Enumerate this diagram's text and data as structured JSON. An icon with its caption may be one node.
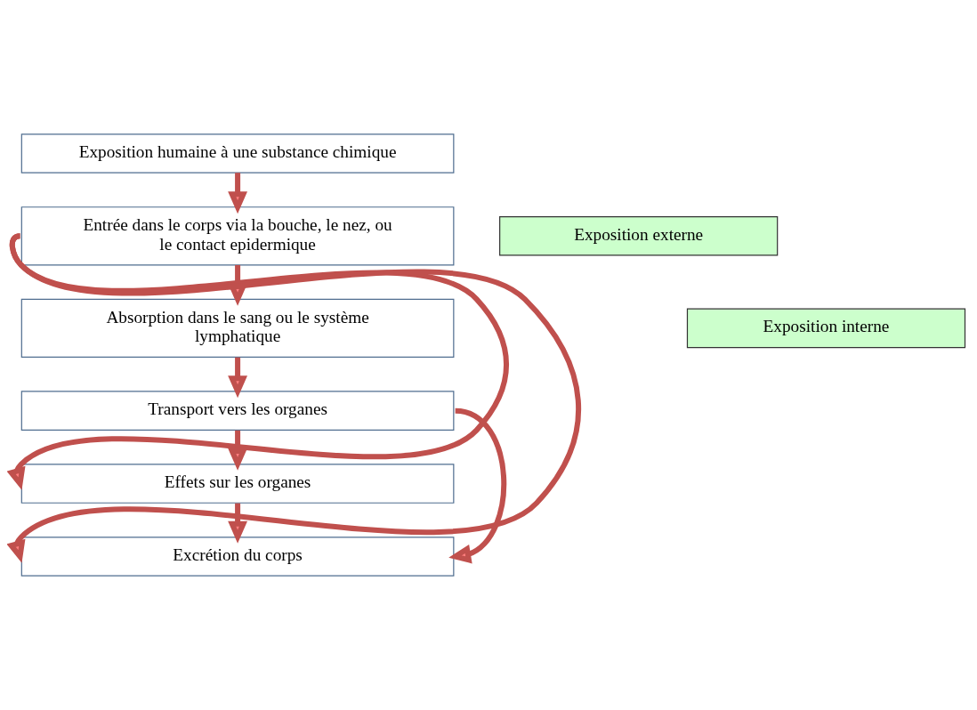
{
  "diagram": {
    "nodes": [
      {
        "text": [
          "Exposition humaine à une substance chimique"
        ]
      },
      {
        "text": [
          "Entrée dans le corps via la bouche, le nez, ou le contact epidermique"
        ]
      },
      {
        "text": [
          "Absorption dans le sang ou le système lymphatique"
        ]
      },
      {
        "text": [
          "Transport vers les organes"
        ]
      },
      {
        "text": [
          "Effets sur les organes"
        ]
      },
      {
        "text": [
          "Excrétion du corps"
        ]
      },
      {
        "text": [
          "Exposition externe"
        ]
      },
      {
        "text": [
          "Exposition interne"
        ]
      }
    ],
    "edges": [
      {
        "from": 0,
        "to": 1,
        "arrow": "to"
      },
      {
        "from": 1,
        "to": 2,
        "arrow": "to"
      },
      {
        "from": 2,
        "to": 3,
        "arrow": "to"
      },
      {
        "from": 3,
        "to": 4,
        "arrow": "to"
      },
      {
        "from": 4,
        "to": 5,
        "arrow": "to"
      },
      {
        "from": 1,
        "to": 4,
        "arrow": "to"
      },
      {
        "from": 1,
        "to": 5,
        "arrow": "to"
      },
      {
        "from": 3,
        "to": 5,
        "arrow": "to"
      }
    ]
  }
}
